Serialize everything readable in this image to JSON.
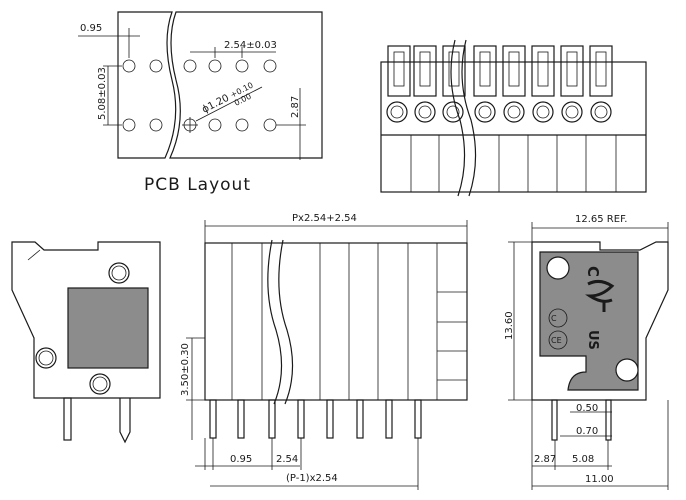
{
  "pcb_layout": {
    "title": "PCB Layout",
    "dim_left_offset": "0.95",
    "dim_pitch": "2.54±0.03",
    "dim_row_spacing": "5.08±0.03",
    "dim_hole_main": "ϕ1.20",
    "dim_hole_tol_plus": "+0.10",
    "dim_hole_tol_minus": "0.00",
    "dim_right_edge": "2.87"
  },
  "front_view": {
    "dim_width": "Px2.54+2.54",
    "dim_pin_height": "3.50±0.30",
    "dim_pin_offset": "0.95",
    "dim_pin_pitch": "2.54",
    "dim_total_pitch": "(P-1)x2.54"
  },
  "side_view": {
    "dim_ref_width": "12.65 REF.",
    "dim_height": "13.60",
    "dim_pin_width": "0.50",
    "dim_pin_gap": "0.70",
    "dim_left": "2.87",
    "dim_spacing": "5.08",
    "dim_total": "11.00",
    "cert_c": "C",
    "cert_us": "US",
    "cert_ce": "CE"
  }
}
